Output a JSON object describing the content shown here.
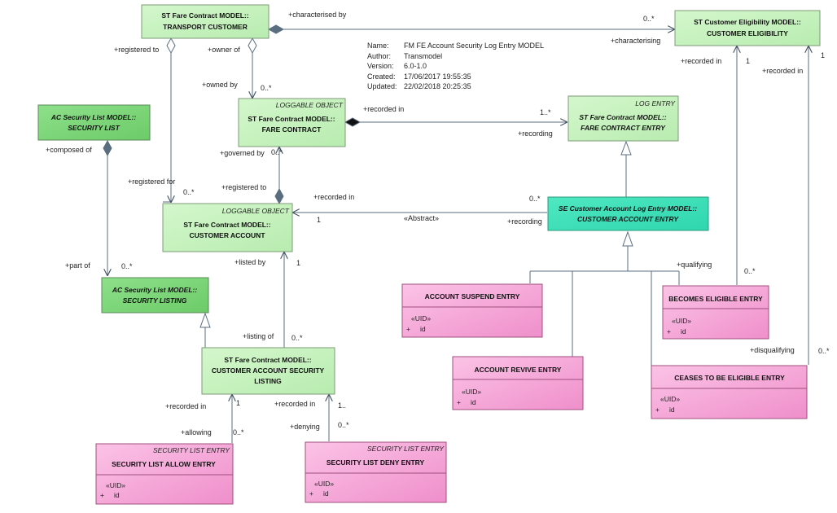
{
  "metadata": {
    "name_label": "Name:",
    "name": "FM FE Account Security Log Entry MODEL",
    "author_label": "Author:",
    "author": "Transmodel",
    "version_label": "Version:",
    "version": "6.0-1.0",
    "created_label": "Created:",
    "created": "17/06/2017 19:55:35",
    "updated_label": "Updated:",
    "updated": "22/02/2018 20:25:35"
  },
  "colors": {
    "green_light": "#c8f5c0",
    "green_dark": "#7ed67a",
    "teal": "#3fe0b8",
    "pink": "#f5a6d5",
    "line": "#5a6e80"
  },
  "boxes": {
    "transport_customer": {
      "line1": "ST Fare Contract MODEL::",
      "line2": "TRANSPORT CUSTOMER"
    },
    "customer_eligibility": {
      "line1": "ST Customer Eligibility MODEL::",
      "line2": "CUSTOMER ELIGIBILITY"
    },
    "security_list": {
      "line1": "AC Security List MODEL::",
      "line2": "SECURITY LIST"
    },
    "fare_contract": {
      "stereotype": "LOGGABLE OBJECT",
      "line1": "ST Fare Contract MODEL::",
      "line2": "FARE CONTRACT"
    },
    "fare_contract_entry": {
      "stereotype": "LOG ENTRY",
      "line1": "ST Fare Contract MODEL::",
      "line2": "FARE CONTRACT ENTRY"
    },
    "customer_account": {
      "stereotype": "LOGGABLE OBJECT",
      "line1": "ST Fare Contract MODEL::",
      "line2": "CUSTOMER ACCOUNT"
    },
    "customer_account_entry": {
      "line1": "SE Customer Account Log Entry MODEL::",
      "line2": "CUSTOMER ACCOUNT ENTRY"
    },
    "security_listing": {
      "line1": "AC Security List MODEL::",
      "line2": "SECURITY LISTING"
    },
    "account_suspend_entry": {
      "title": "ACCOUNT SUSPEND ENTRY",
      "stereo": "«UID»",
      "attr_mark": "+",
      "attr": "id"
    },
    "becomes_eligible_entry": {
      "title": "BECOMES ELIGIBLE ENTRY",
      "stereo": "«UID»",
      "attr_mark": "+",
      "attr": "id"
    },
    "account_revive_entry": {
      "title": "ACCOUNT REVIVE ENTRY",
      "stereo": "«UID»",
      "attr_mark": "+",
      "attr": "id"
    },
    "ceases_eligible_entry": {
      "title": "CEASES TO BE ELIGIBLE ENTRY",
      "stereo": "«UID»",
      "attr_mark": "+",
      "attr": "id"
    },
    "customer_account_security_listing": {
      "line1": "ST Fare Contract MODEL::",
      "line2": "CUSTOMER ACCOUNT SECURITY",
      "line3": "LISTING"
    },
    "security_list_allow_entry": {
      "stereotype": "SECURITY LIST ENTRY",
      "title": "SECURITY LIST ALLOW ENTRY",
      "stereo": "«UID»",
      "attr_mark": "+",
      "attr": "id"
    },
    "security_list_deny_entry": {
      "stereotype": "SECURITY LIST ENTRY",
      "title": "SECURITY LIST DENY ENTRY",
      "stereo": "«UID»",
      "attr_mark": "+",
      "attr": "id"
    }
  },
  "labels": {
    "characterised_by": "+characterised by",
    "characterising": "+characterising",
    "char_mult": "0..*",
    "registered_to_top": "+registered to",
    "owner_of": "+owner of",
    "owned_by": "+owned by",
    "owned_mult": "0..*",
    "recorded_in_elig_left": "+recorded in",
    "elig_left_mult": "1",
    "recorded_in_elig_right": "+recorded in",
    "elig_right_mult": "1",
    "recorded_in_fc": "+recorded in",
    "fc_mult": "1..*",
    "recording_fc": "+recording",
    "composed_of": "+composed of",
    "registered_for": "+registered for",
    "reg_for_mult": "0..*",
    "governed_by": "+governed by",
    "gov_mult": "0..*",
    "registered_to": "+registered to",
    "recorded_in_ca": "+recorded in",
    "ca_mult": "1",
    "abstract": "«Abstract»",
    "recording_ca": "+recording",
    "cae_mult": "0..*",
    "part_of": "+part of",
    "part_mult": "0..*",
    "listed_by": "+listed  by",
    "listed_mult": "1",
    "listing_of": "+listing of",
    "listing_mult": "0..*",
    "qualifying": "+qualifying",
    "qual_mult": "0..*",
    "disqualifying": "+disqualifying",
    "disq_mult": "0..*",
    "recorded_in_allow": "+recorded in",
    "allow_parent_mult": "1",
    "allowing": "+allowing",
    "allowing_mult": "0..*",
    "recorded_in_deny": "+recorded in",
    "deny_parent_mult": "1..",
    "denying": "+denying",
    "denying_mult": "0..*"
  }
}
